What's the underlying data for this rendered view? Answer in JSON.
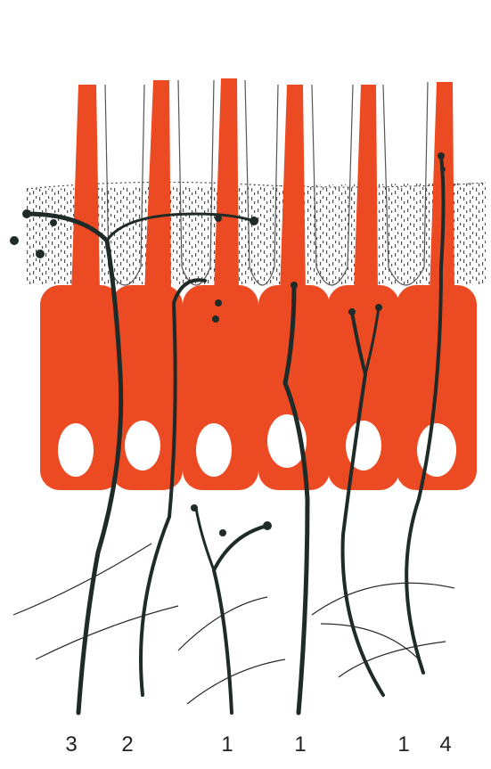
{
  "colors": {
    "cell": "#ec4a22",
    "cell_outline": "#c5451f",
    "nucleus": "#ffffff",
    "fiber": "#1e2b28",
    "stipple": "#333333",
    "background": "#ffffff"
  },
  "labels": [
    "3",
    "2",
    "1",
    "1",
    "1",
    "4"
  ]
}
